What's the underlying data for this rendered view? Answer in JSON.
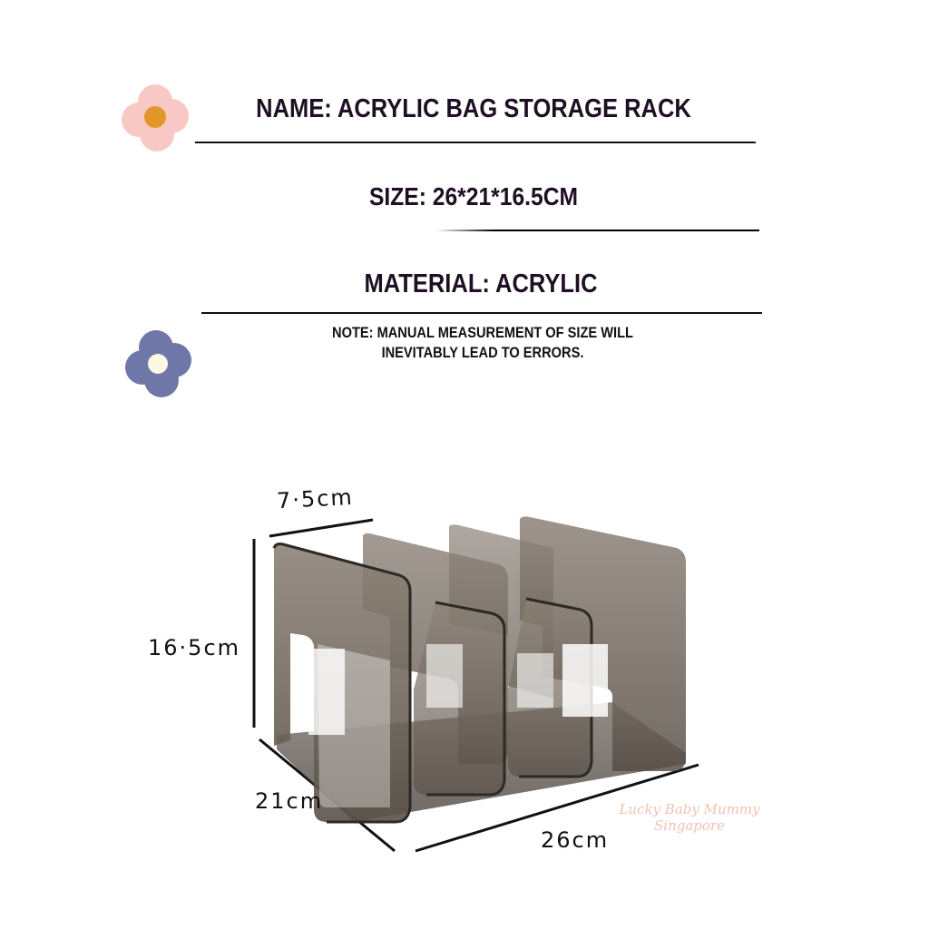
{
  "specs": {
    "name": "NAME: ACRYLIC BAG STORAGE RACK",
    "size": "SIZE: 26*21*16.5CM",
    "material": "MATERIAL: ACRYLIC",
    "note_line1": "NOTE: MANUAL MEASUREMENT OF SIZE WILL",
    "note_line2": "INEVITABLY LEAD TO ERRORS."
  },
  "dimensions": {
    "slot_width": "7·5cm",
    "height": "16·5cm",
    "depth": "21cm",
    "length": "26cm"
  },
  "watermark": {
    "line1": "Lucky Baby Mummy",
    "line2": "Singapore"
  },
  "decorations": {
    "flower_top": {
      "petal_color": "#f8c9c4",
      "center_color": "#e2962a"
    },
    "flower_bottom": {
      "petal_color": "#6f76a8",
      "center_color": "#fbf9e4"
    },
    "product_color": "#5a5148"
  }
}
